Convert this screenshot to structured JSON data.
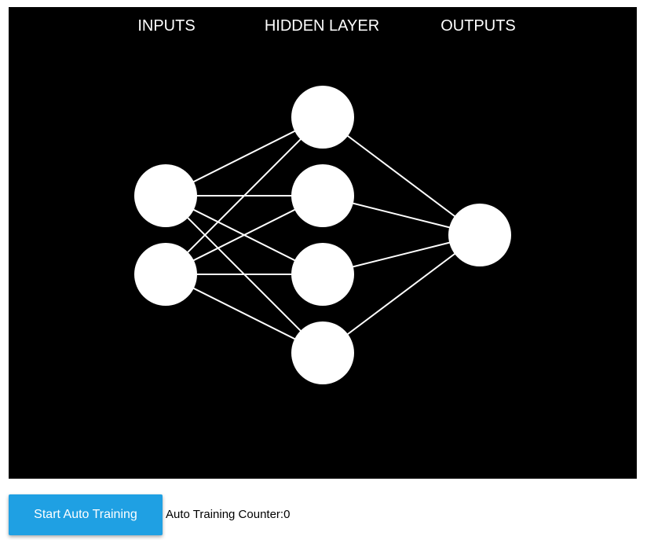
{
  "network": {
    "layers": [
      {
        "label": "INPUTS",
        "nodes": 2
      },
      {
        "label": "HIDDEN LAYER",
        "nodes": 4
      },
      {
        "label": "OUTPUTS",
        "nodes": 1
      }
    ],
    "background_color": "#000000",
    "node_color": "#ffffff",
    "edge_color": "#ffffff"
  },
  "controls": {
    "train_button_label": "Start Auto Training",
    "train_button_color": "#1fa0e3",
    "counter_label": "Auto Training Counter:",
    "counter_value": "0"
  }
}
